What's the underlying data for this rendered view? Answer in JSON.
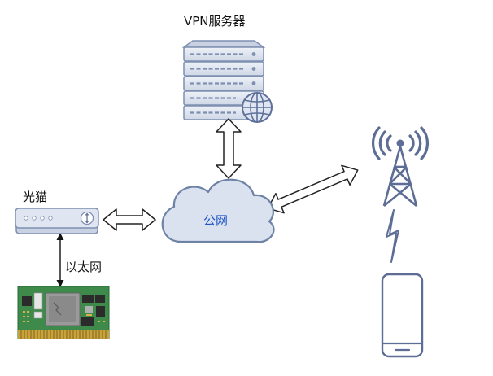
{
  "labels": {
    "vpn_server": "VPN服务器",
    "internet": "公网",
    "modem": "光猫",
    "ethernet": "以太网"
  },
  "colors": {
    "device_fill": "#dfe6f1",
    "device_stroke": "#7f8fb0",
    "cloud_fill": "#dae2ef",
    "cloud_stroke": "#6e82a6",
    "internet_text": "#1f55c6",
    "tower": "#5d6d95",
    "pcb_green": "#3d8a4a",
    "chip": "#8a8a8a"
  },
  "icons": {
    "server": "server-rack-icon",
    "globe": "globe-icon",
    "modem": "modem-router-icon",
    "module": "embedded-module-board-icon",
    "tower": "cell-tower-icon",
    "phone": "smartphone-icon",
    "signal": "lightning-signal-icon"
  }
}
